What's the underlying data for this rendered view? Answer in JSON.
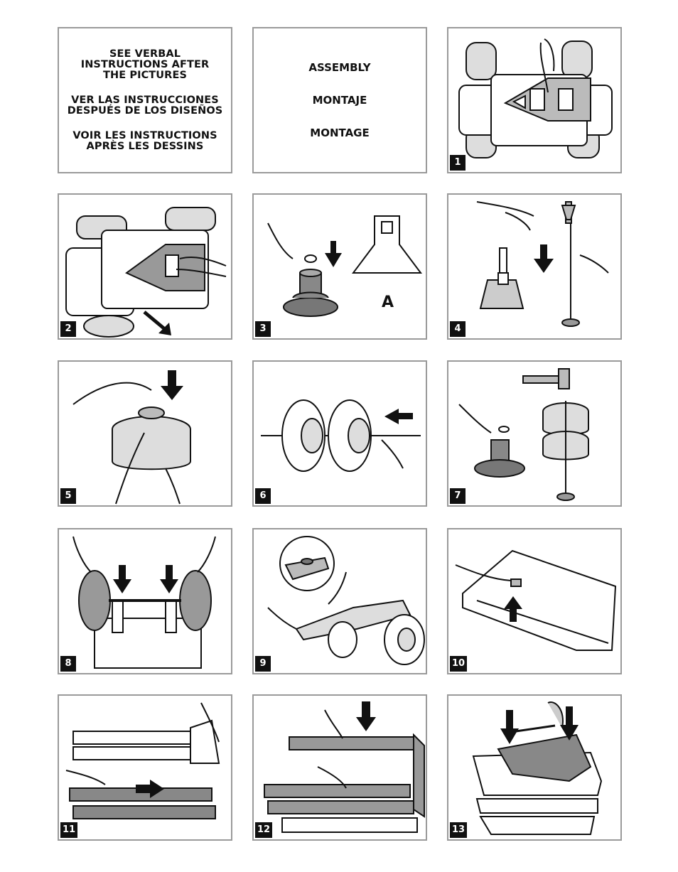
{
  "intro_panel": {
    "english": [
      "SEE VERBAL",
      "INSTRUCTIONS AFTER",
      "THE PICTURES"
    ],
    "spanish": [
      "VER LAS INSTRUCCIONES",
      "DESPUÉS DE LOS DISEÑOS"
    ],
    "french": [
      "VOIR LES INSTRUCTIONS",
      "APRÈS LES DESSINS"
    ]
  },
  "title_panel": {
    "english": "ASSEMBLY",
    "spanish": "MONTAJE",
    "french": "MONTAGE"
  },
  "steps": [
    "1",
    "2",
    "3",
    "4",
    "5",
    "6",
    "7",
    "8",
    "9",
    "10",
    "11",
    "12",
    "13"
  ],
  "labels": {
    "part_a": "A"
  }
}
